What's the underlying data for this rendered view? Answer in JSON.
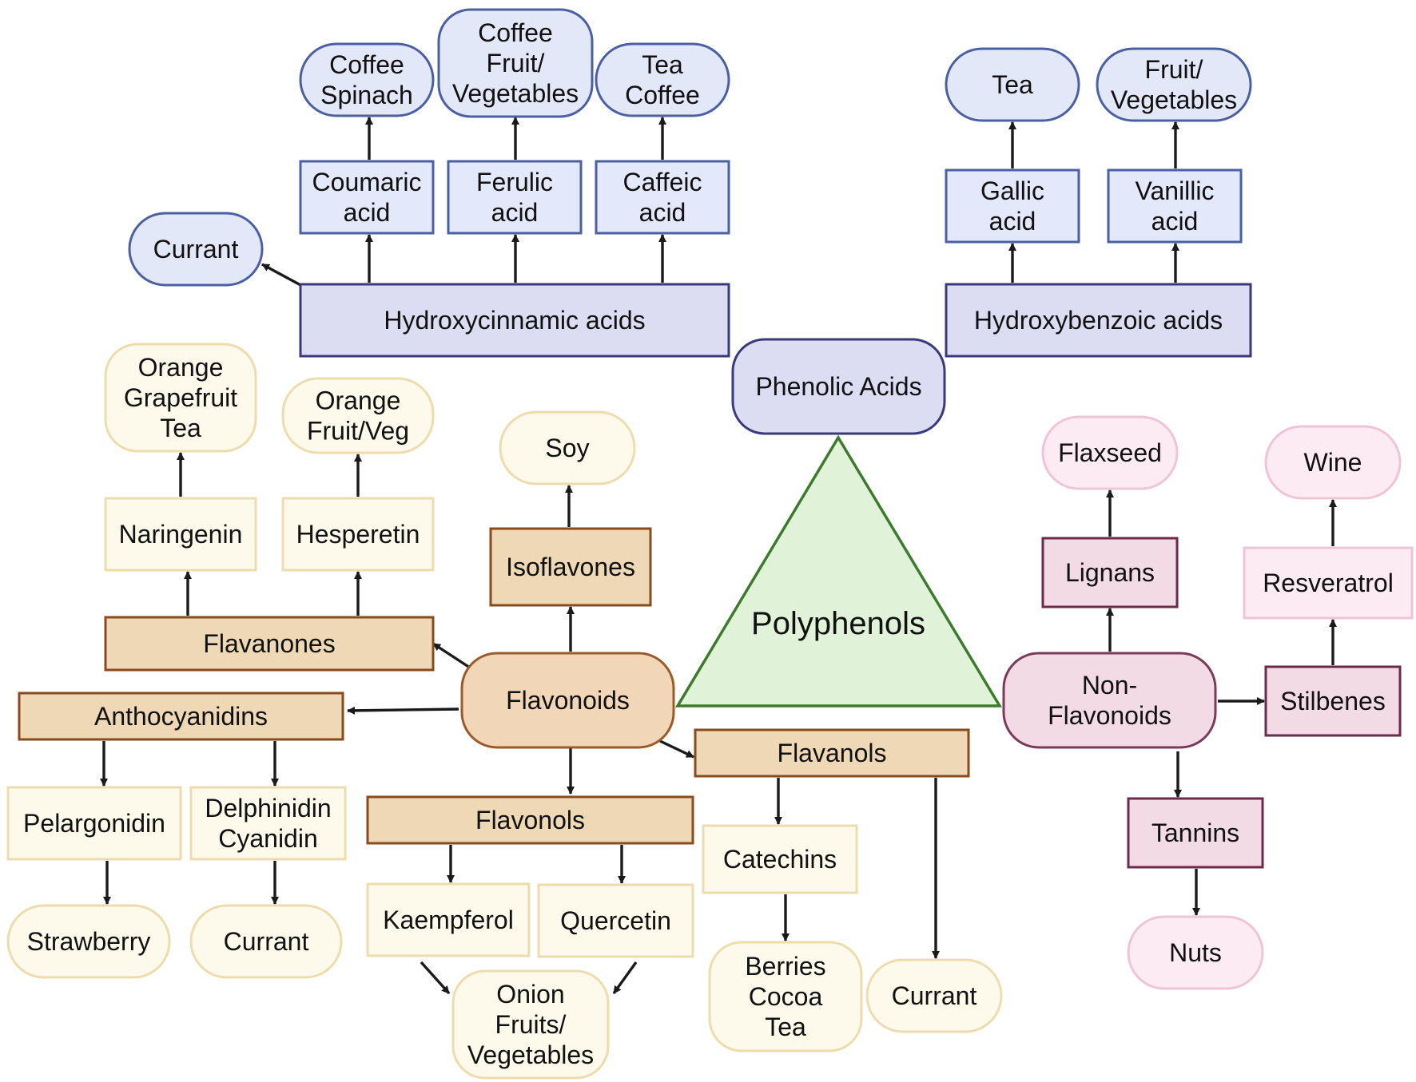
{
  "colors": {
    "phenolic": {
      "fill": "#dcdcf2",
      "stroke": "#3a3a7a"
    },
    "phenolic_acid_box": {
      "fill": "#e4e8fb",
      "stroke": "#4b5fa3"
    },
    "phenolic_food": {
      "fill": "#e3e8f8",
      "stroke": "#4b5fa3"
    },
    "flavonoid_node": {
      "fill": "#f1d7b7",
      "stroke": "#9a5a2a"
    },
    "flavonoid_box": {
      "fill": "#efd8b6",
      "stroke": "#8a4a1e"
    },
    "flavonoid_leaf": {
      "fill": "#fdfaec",
      "stroke": "#ecdcae"
    },
    "nonflav_node": {
      "fill": "#f3dbe6",
      "stroke": "#7a3a5a"
    },
    "nonflav_box": {
      "fill": "#f3dbe6",
      "stroke": "#6a2a4a"
    },
    "nonflav_food": {
      "fill": "#fcebf3",
      "stroke": "#eec4d6"
    },
    "triangle": {
      "fill": "#e0f2d8",
      "stroke": "#3d7a2e"
    }
  },
  "nodes": {
    "polyphenols": "Polyphenols",
    "phenolic_acids": "Phenolic Acids",
    "hydroxycinnamic_acids": "Hydroxycinnamic acids",
    "hydroxybenzoic_acids": "Hydroxybenzoic acids",
    "coumaric_acid": [
      "Coumaric",
      "acid"
    ],
    "ferulic_acid": [
      "Ferulic",
      "acid"
    ],
    "caffeic_acid": [
      "Caffeic",
      "acid"
    ],
    "gallic_acid": [
      "Gallic",
      "acid"
    ],
    "vanillic_acid": [
      "Vanillic",
      "acid"
    ],
    "coffee_spinach": [
      "Coffee",
      "Spinach"
    ],
    "coffee_fruit_veg": [
      "Coffee",
      "Fruit/",
      "Vegetables"
    ],
    "tea_coffee": [
      "Tea",
      "Coffee"
    ],
    "tea": "Tea",
    "fruit_veg": [
      "Fruit/",
      "Vegetables"
    ],
    "currant_hca": "Currant",
    "flavonoids": "Flavonoids",
    "flavanones": "Flavanones",
    "naringenin": "Naringenin",
    "hesperetin": "Hesperetin",
    "orange_grapefruit_tea": [
      "Orange",
      "Grapefruit",
      "Tea"
    ],
    "orange_fruit_veg": [
      "Orange",
      "Fruit/Veg"
    ],
    "isoflavones": "Isoflavones",
    "soy": "Soy",
    "anthocyanidins": "Anthocyanidins",
    "pelargonidin": "Pelargonidin",
    "delphinidin_cyanidin": [
      "Delphinidin",
      "Cyanidin"
    ],
    "strawberry": "Strawberry",
    "currant_antho": "Currant",
    "flavonols": "Flavonols",
    "kaempferol": "Kaempferol",
    "quercetin": "Quercetin",
    "onion_fruits_veg": [
      "Onion",
      "Fruits/",
      "Vegetables"
    ],
    "flavanols": "Flavanols",
    "catechins": "Catechins",
    "berries_cocoa_tea": [
      "Berries",
      "Cocoa",
      "Tea"
    ],
    "currant_flavanols": "Currant",
    "non_flavonoids": [
      "Non-",
      "Flavonoids"
    ],
    "lignans": "Lignans",
    "flaxseed": "Flaxseed",
    "stilbenes": "Stilbenes",
    "resveratrol": "Resveratrol",
    "wine": "Wine",
    "tannins": "Tannins",
    "nuts": "Nuts"
  }
}
